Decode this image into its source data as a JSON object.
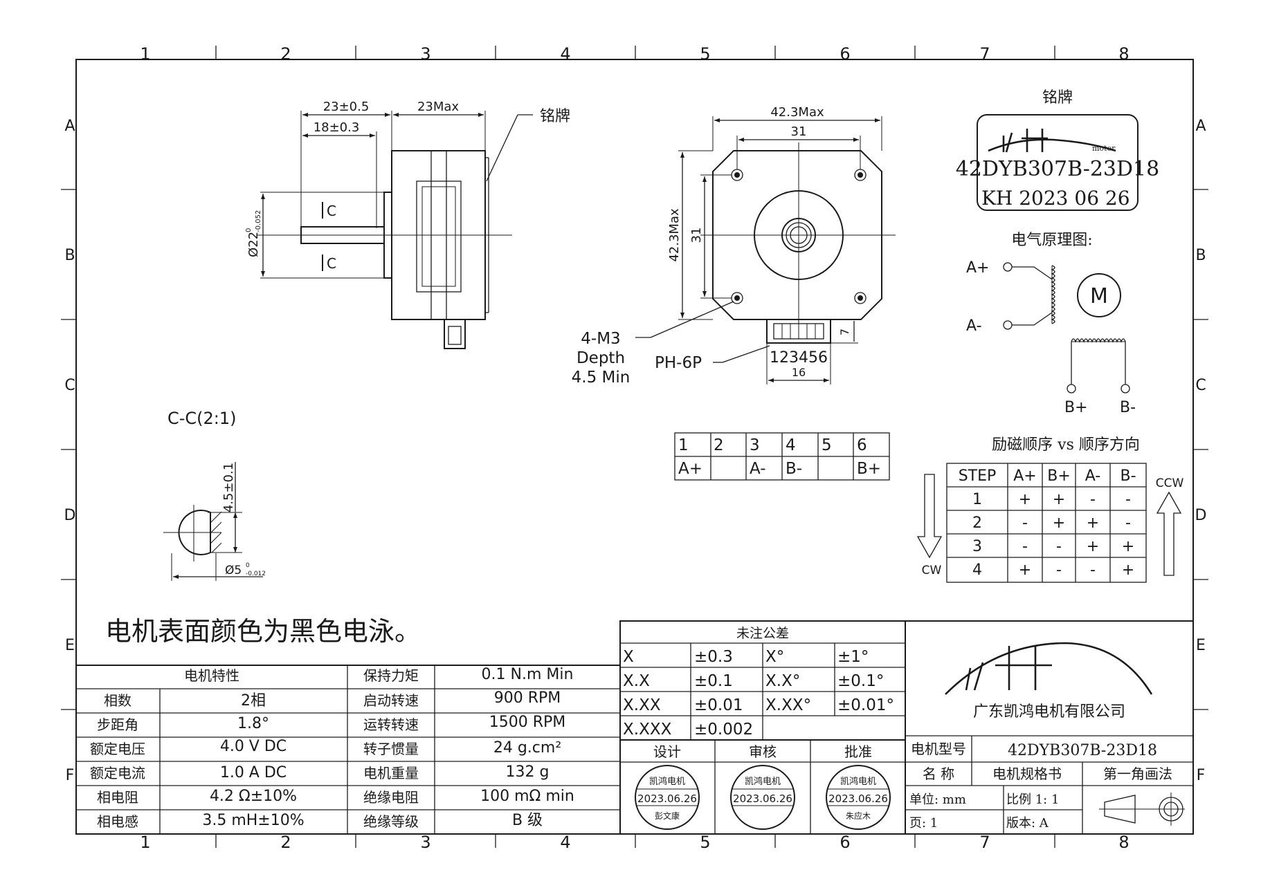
{
  "grid": {
    "columns": [
      "1",
      "2",
      "3",
      "4",
      "5",
      "6",
      "7",
      "8"
    ],
    "rows": [
      "A",
      "B",
      "C",
      "D",
      "E",
      "F"
    ]
  },
  "side_view": {
    "dims": {
      "d1": "23±0.5",
      "d2": "23Max",
      "d3": "18±0.3"
    },
    "diameter_label": "Ø22",
    "diameter_tol_upper": "0",
    "diameter_tol_lower": "-0.052",
    "section_marks": [
      "C",
      "C"
    ],
    "nameplate_callout": "铭牌"
  },
  "front_view": {
    "dims": {
      "width_max": "42.3Max",
      "hole_w": "31",
      "height_max": "42.3Max",
      "hole_h": "31",
      "conn_h": "7",
      "conn_w": "16"
    },
    "screw_callout": [
      "4-M3",
      "Depth",
      "4.5 Min"
    ],
    "connector_callout": "PH-6P",
    "connector_pins": "123456"
  },
  "section_view": {
    "title": "C-C(2:1)",
    "flat_dim": "4.5±0.1",
    "shaft_dia": "Ø5",
    "shaft_tol_upper": "0",
    "shaft_tol_lower": "-0.012"
  },
  "pin_table": {
    "pins": [
      "1",
      "2",
      "3",
      "4",
      "5",
      "6"
    ],
    "signals": [
      "A+",
      "",
      "A-",
      "B-",
      "",
      "B+"
    ]
  },
  "nameplate": {
    "title": "铭牌",
    "brand_sub": "motor",
    "model": "42DYB307B-23D18",
    "date_code": "KH 2023 06 26"
  },
  "schematic": {
    "title": "电气原理图:",
    "terminals": [
      "A+",
      "A-",
      "B+",
      "B-"
    ],
    "motor_symbol": "M"
  },
  "sequence": {
    "title": "励磁顺序 vs 顺序方向",
    "header": [
      "STEP",
      "A+",
      "B+",
      "A-",
      "B-"
    ],
    "rows": [
      [
        "1",
        "+",
        "+",
        "-",
        "-"
      ],
      [
        "2",
        "-",
        "+",
        "+",
        "-"
      ],
      [
        "3",
        "-",
        "-",
        "+",
        "+"
      ],
      [
        "4",
        "+",
        "-",
        "-",
        "+"
      ]
    ],
    "cw_label": "CW",
    "ccw_label": "CCW"
  },
  "note": "电机表面颜色为黑色电泳。",
  "spec_table": {
    "title": "电机特性",
    "rows": [
      [
        "相数",
        "2相",
        "启动转速",
        "900 RPM"
      ],
      [
        "步距角",
        "1.8°",
        "运转转速",
        "1500 RPM"
      ],
      [
        "额定电压",
        "4.0 V DC",
        "转子惯量",
        "24 g.cm²"
      ],
      [
        "额定电流",
        "1.0 A DC",
        "电机重量",
        "132 g"
      ],
      [
        "相电阻",
        "4.2 Ω±10%",
        "绝缘电阻",
        "100 mΩ min"
      ],
      [
        "相电感",
        "3.5 mH±10%",
        "绝缘等级",
        "B 级"
      ]
    ],
    "holding_label": "保持力矩",
    "holding_value": "0.1 N.m Min"
  },
  "tolerance": {
    "title": "未注公差",
    "rows": [
      [
        "X",
        "±0.3",
        "X°",
        "±1°"
      ],
      [
        "X.X",
        "±0.1",
        "X.X°",
        "±0.1°"
      ],
      [
        "X.XX",
        "±0.01",
        "X.XX°",
        "±0.01°"
      ],
      [
        "X.XXX",
        "±0.002",
        "",
        ""
      ]
    ]
  },
  "approvals": {
    "headers": [
      "设计",
      "审核",
      "批准"
    ],
    "stamps": [
      {
        "company": "凯鸿电机",
        "date": "2023.06.26",
        "name": "彭文康"
      },
      {
        "company": "凯鸿电机",
        "date": "2023.06.26",
        "name": ""
      },
      {
        "company": "凯鸿电机",
        "date": "2023.06.26",
        "name": "朱应木"
      }
    ]
  },
  "title_block": {
    "company": "广东凯鸿电机有限公司",
    "model_label": "电机型号",
    "model_value": "42DYB307B-23D18",
    "name_label": "名 称",
    "name_value": "电机规格书",
    "projection": "第一角画法",
    "unit": "单位: mm",
    "scale": "比例 1: 1",
    "page": "页: 1",
    "version": "版本: A"
  }
}
